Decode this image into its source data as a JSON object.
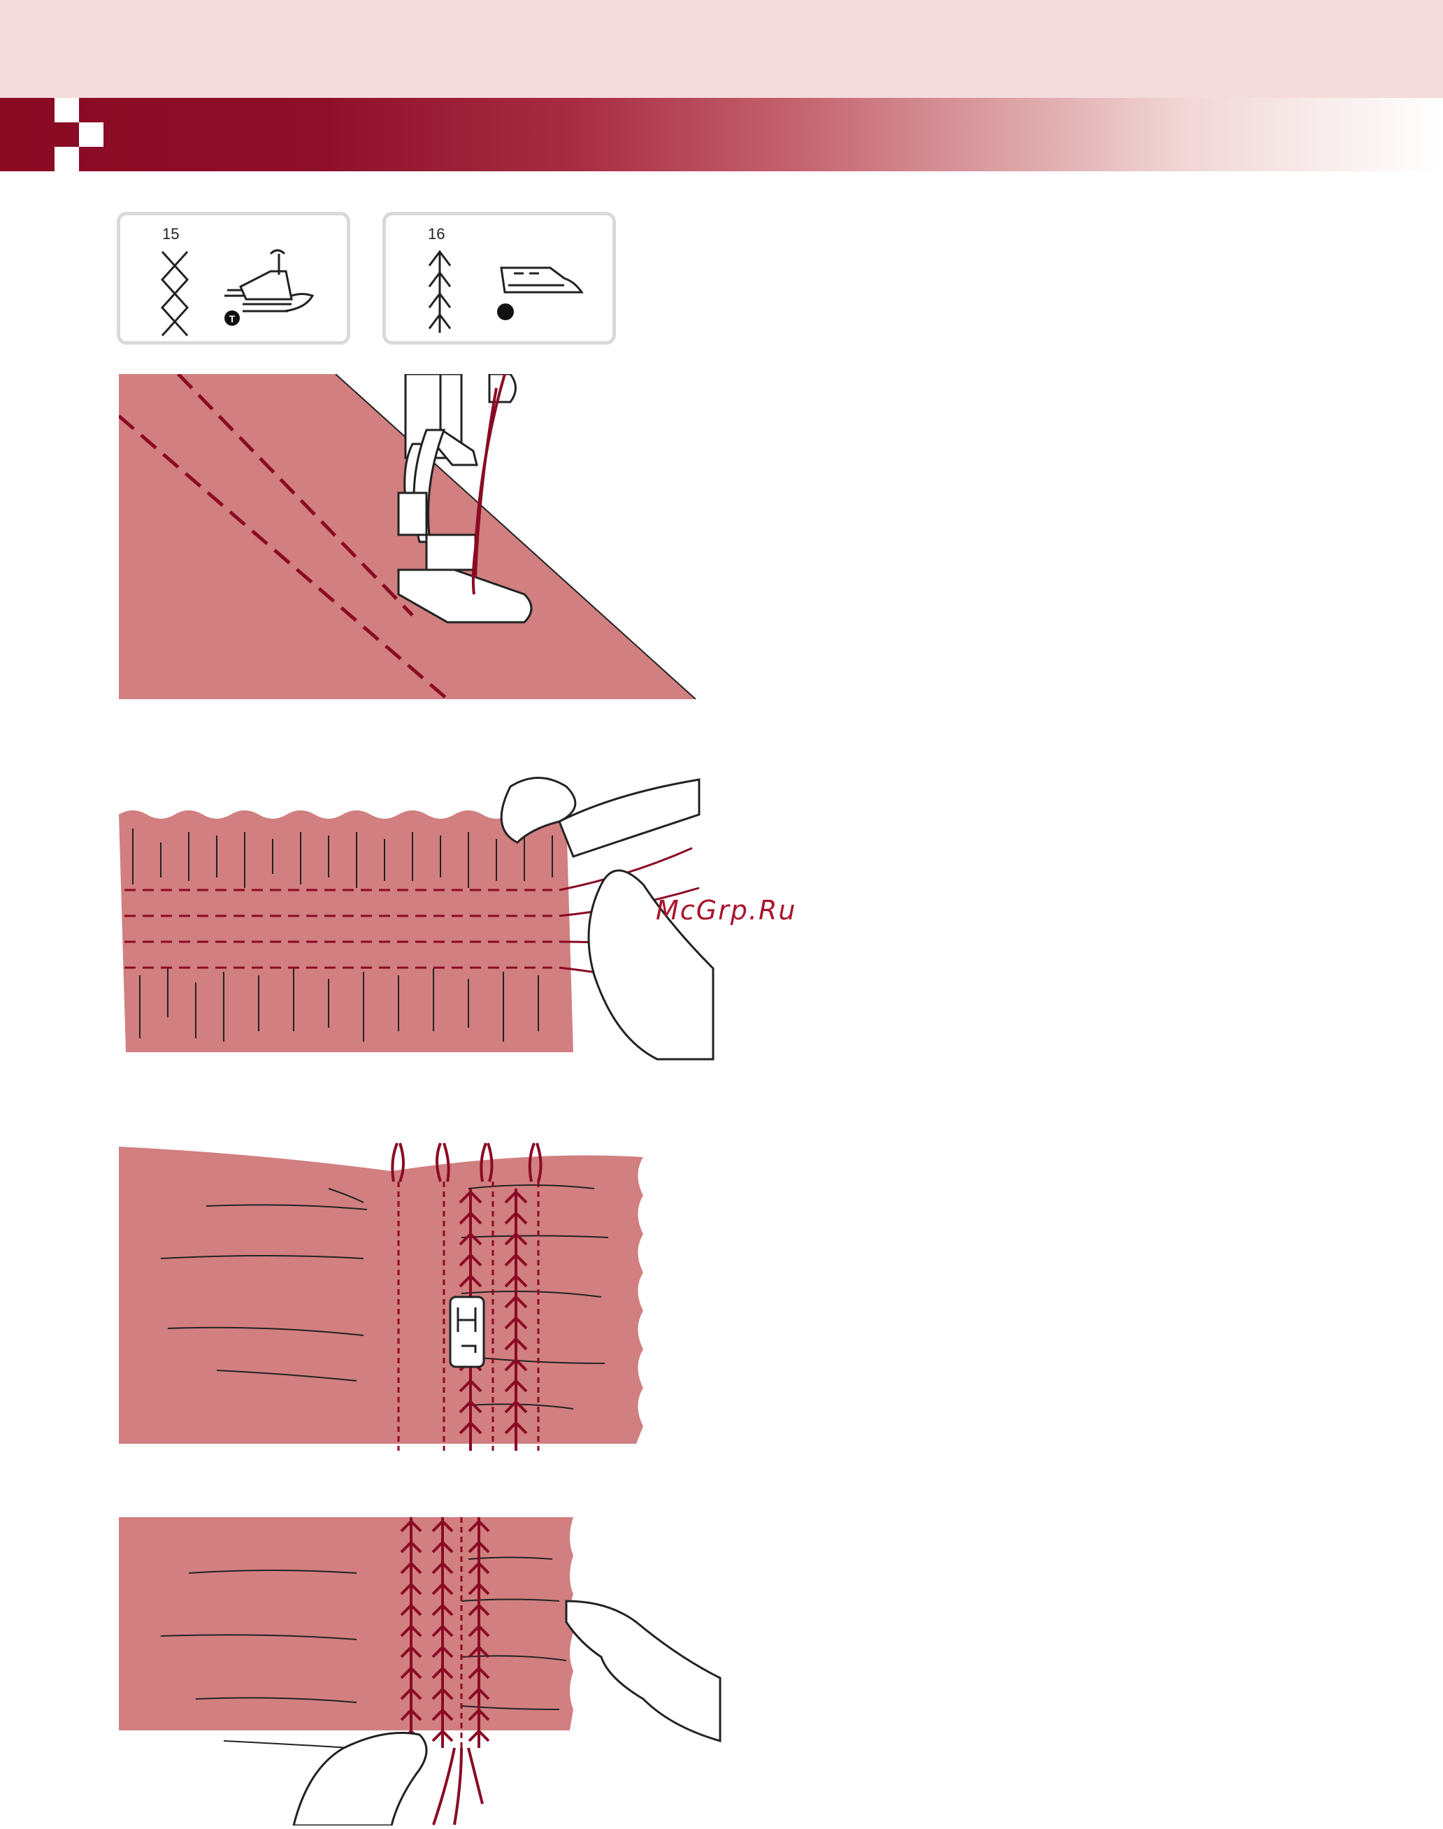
{
  "header": {
    "logo": "brand-square-icon"
  },
  "stitches": [
    {
      "number": "15",
      "presser_foot_marker": "T"
    },
    {
      "number": "16",
      "presser_foot_marker": ""
    }
  ],
  "illustrations": [
    "presser-foot-sewing-icon",
    "gathering-threads-icon",
    "smocking-stitches-icon",
    "pull-threads-icon"
  ],
  "watermark": "McGrp.Ru",
  "colors": {
    "band": "#8a0a24",
    "fabric": "#d17f80",
    "thread": "#9a1028"
  }
}
